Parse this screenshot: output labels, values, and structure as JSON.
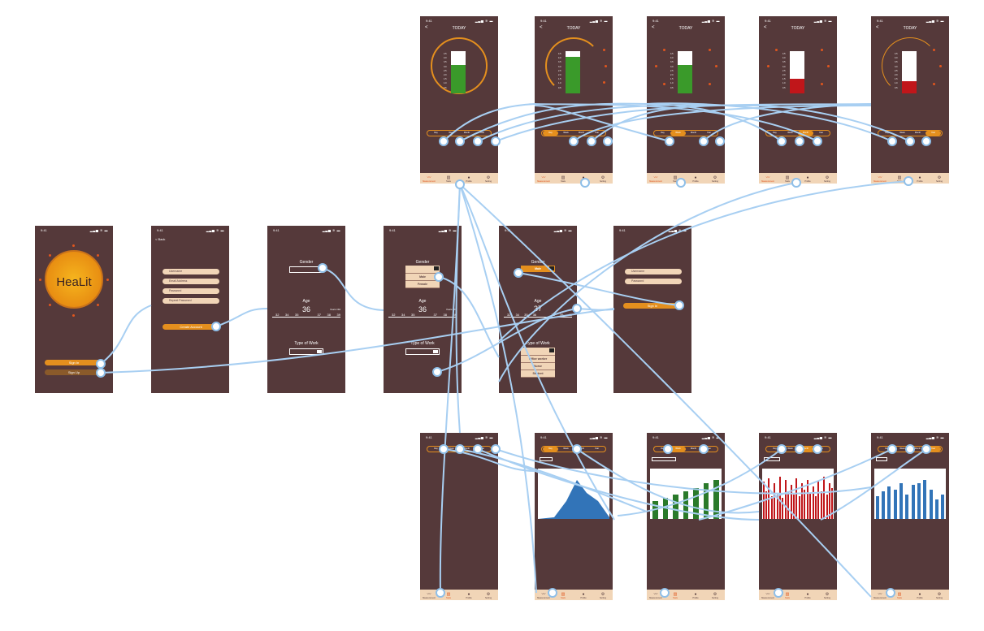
{
  "status": {
    "time": "9:41",
    "right": "▂▃▅ ≋ ▬"
  },
  "nav": {
    "back": "<",
    "back_label": "Back",
    "today": "TODAY"
  },
  "welcome": {
    "logo": "HeaLit",
    "sign_in": "Sign In",
    "sign_up": "Sign Up"
  },
  "register": {
    "fields": [
      "Username",
      "Email Address",
      "Password",
      "Repeat Password"
    ],
    "create": "Create Account"
  },
  "profile": {
    "gender": "Gender",
    "gender_options": [
      "Male",
      "Female"
    ],
    "age": "Age",
    "age_value_a": "36",
    "age_value_b": "37",
    "age_unit": "Years Old",
    "age_ticks_a": [
      "32",
      "34",
      "35",
      "37",
      "38",
      "39"
    ],
    "age_ticks_b": [
      "32",
      "34",
      "35",
      "37",
      "38",
      "39"
    ],
    "age_ticks_c": [
      "32",
      "34",
      "35",
      "36",
      "38",
      "39",
      "40"
    ],
    "type_of_work": "Type of Work",
    "work_options": [
      "Office worker",
      "Nurse",
      "Student"
    ]
  },
  "login": {
    "fields": [
      "Username",
      "Password"
    ],
    "sign_in": "Sign In"
  },
  "segments": [
    "Day",
    "Week",
    "Month",
    "Year"
  ],
  "tabs": [
    {
      "label": "Measurement",
      "icon": "〰"
    },
    {
      "label": "Stats",
      "icon": "▥"
    },
    {
      "label": "Profile",
      "icon": "●"
    },
    {
      "label": "Setting",
      "icon": "⚙"
    }
  ],
  "meter_ticks": [
    "4.5",
    "4.0",
    "3.5",
    "3.0",
    "2.5",
    "2.0",
    "1.5",
    "1.0",
    "0.5"
  ],
  "meters": [
    {
      "level": 0.68,
      "color": "#3a9a2a"
    },
    {
      "level": 0.86,
      "color": "#3a9a2a"
    },
    {
      "level": 0.68,
      "color": "#3a9a2a"
    },
    {
      "level": 0.35,
      "color": "#c0161a"
    },
    {
      "level": 0.28,
      "color": "#c0161a"
    }
  ],
  "colors": {
    "bg": "#55393a",
    "accent": "#e48f1e",
    "cream": "#f1d5b7",
    "link": "#a8cff2"
  }
}
